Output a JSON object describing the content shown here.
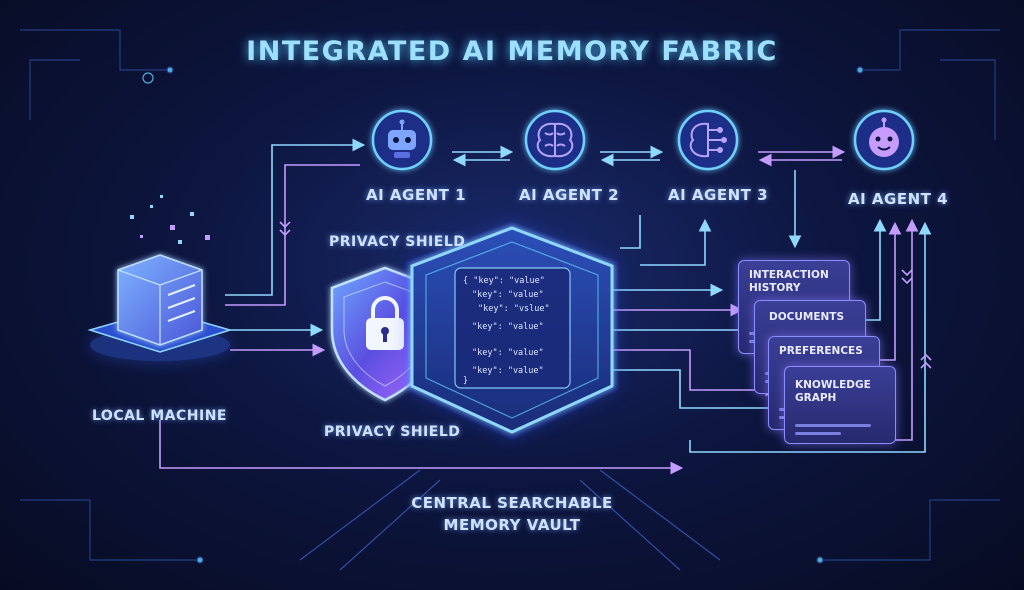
{
  "title": "INTEGRATED AI MEMORY FABRIC",
  "agents": [
    {
      "label": "AI AGENT 1",
      "icon": "robot-icon"
    },
    {
      "label": "AI AGENT 2",
      "icon": "brain-icon"
    },
    {
      "label": "AI AGENT 3",
      "icon": "brain-circuit-icon"
    },
    {
      "label": "AI AGENT 4",
      "icon": "robot-face-icon"
    }
  ],
  "local_machine": {
    "label": "LOCAL MACHINE",
    "icon": "server-icon"
  },
  "privacy_shield": {
    "label_top": "PRIVACY SHIELD",
    "label_bottom": "PRIVACY SHIELD",
    "icon": "shield-lock-icon"
  },
  "vault": {
    "label_line1": "CENTRAL SEARCHABLE",
    "label_line2": "MEMORY VAULT",
    "entries": [
      "{   \"key\": \"value\"",
      "\"key\": \"value\"",
      "\"key\": \"vslue\"",
      "\"key\": \"value\"",
      "\"key\": \"value\"",
      "\"key\": \"value\"",
      "}"
    ]
  },
  "memory_cards": [
    {
      "label": "INTERACTION HISTORY"
    },
    {
      "label": "DOCUMENTS"
    },
    {
      "label": "PREFERENCES"
    },
    {
      "label": "KNOWLEDGE GRAPH"
    }
  ],
  "colors": {
    "accent_cyan": "#5fd3ff",
    "accent_purple": "#a97bff",
    "background": "#0b1336"
  }
}
